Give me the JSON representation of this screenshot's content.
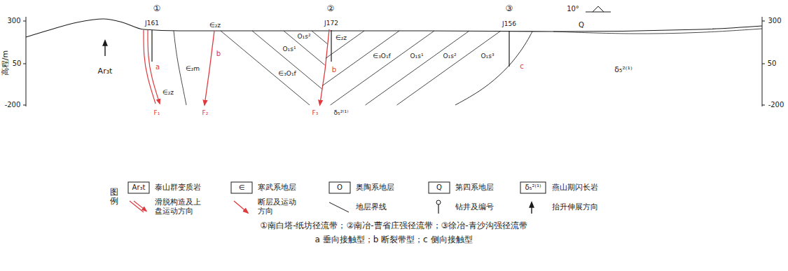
{
  "diagram": {
    "caption": "①南白塔-纸坊径流带；②南冶-曹省庄强径流带；③徐冶-青沙沟强径流带",
    "labels": [
      "300",
      "50",
      "-200",
      "高程/m",
      "300",
      "50",
      "-200",
      "①",
      "②",
      "③",
      "10°",
      "J161",
      "J172",
      "J156",
      "Q",
      "Ar₃t",
      "∈₂z",
      "∈₂m",
      "∈₂z",
      "a",
      "b",
      "F₁",
      "F₂",
      "O₁s²",
      "O₁s¹",
      "∈₃O₁f",
      "b",
      "F₃",
      "δ₅²⁽¹⁾",
      "∈₂z",
      "∈₃O₁f",
      "O₁s¹",
      "O₁s²",
      "O₁s³",
      "c",
      "δ₅²⁽¹⁾",
      "图例",
      "Ar₃t",
      "∈",
      "O",
      "Q",
      "δ₅²⁽¹⁾",
      "a 垂向接触型；b 断裂带型；c 侧向接触型"
    ],
    "legend": [
      {
        "text": "泰山群变质岩"
      },
      {
        "text": "寒武系地层"
      },
      {
        "text": "奥陶系地层"
      },
      {
        "text": "第四系地层"
      },
      {
        "text": "燕山期闪长岩"
      },
      {
        "text": "滑脱构造及上盘运动方向"
      },
      {
        "text": "断层及运动方向"
      },
      {
        "text": "地层界线"
      },
      {
        "text": "钻井及编号"
      },
      {
        "text": "抬升伸展方向"
      }
    ]
  }
}
